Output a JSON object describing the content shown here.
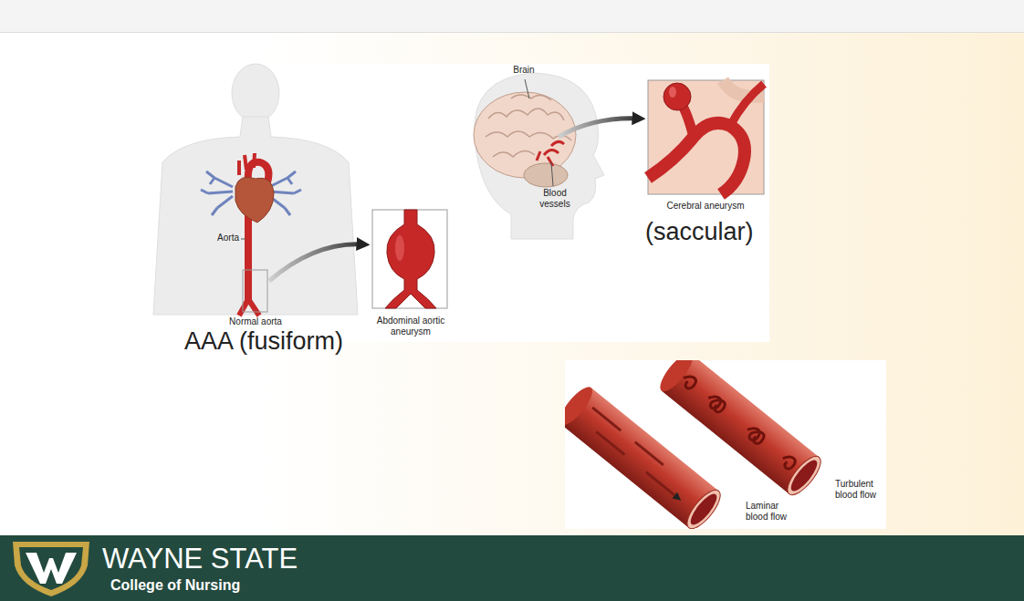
{
  "diagram": {
    "nodes": [
      {
        "text": [
          "WAYNE STATE",
          "College of Nursing"
        ]
      }
    ],
    "labels": [
      "Brain",
      "Blood vessels",
      "Cerebral aneurysm",
      "(saccular)",
      "Aorta",
      "Normal aorta",
      "Abdominal aortic aneurysm",
      "AAA (fusiform)",
      "Turbulent blood flow",
      "Laminar blood flow"
    ]
  }
}
